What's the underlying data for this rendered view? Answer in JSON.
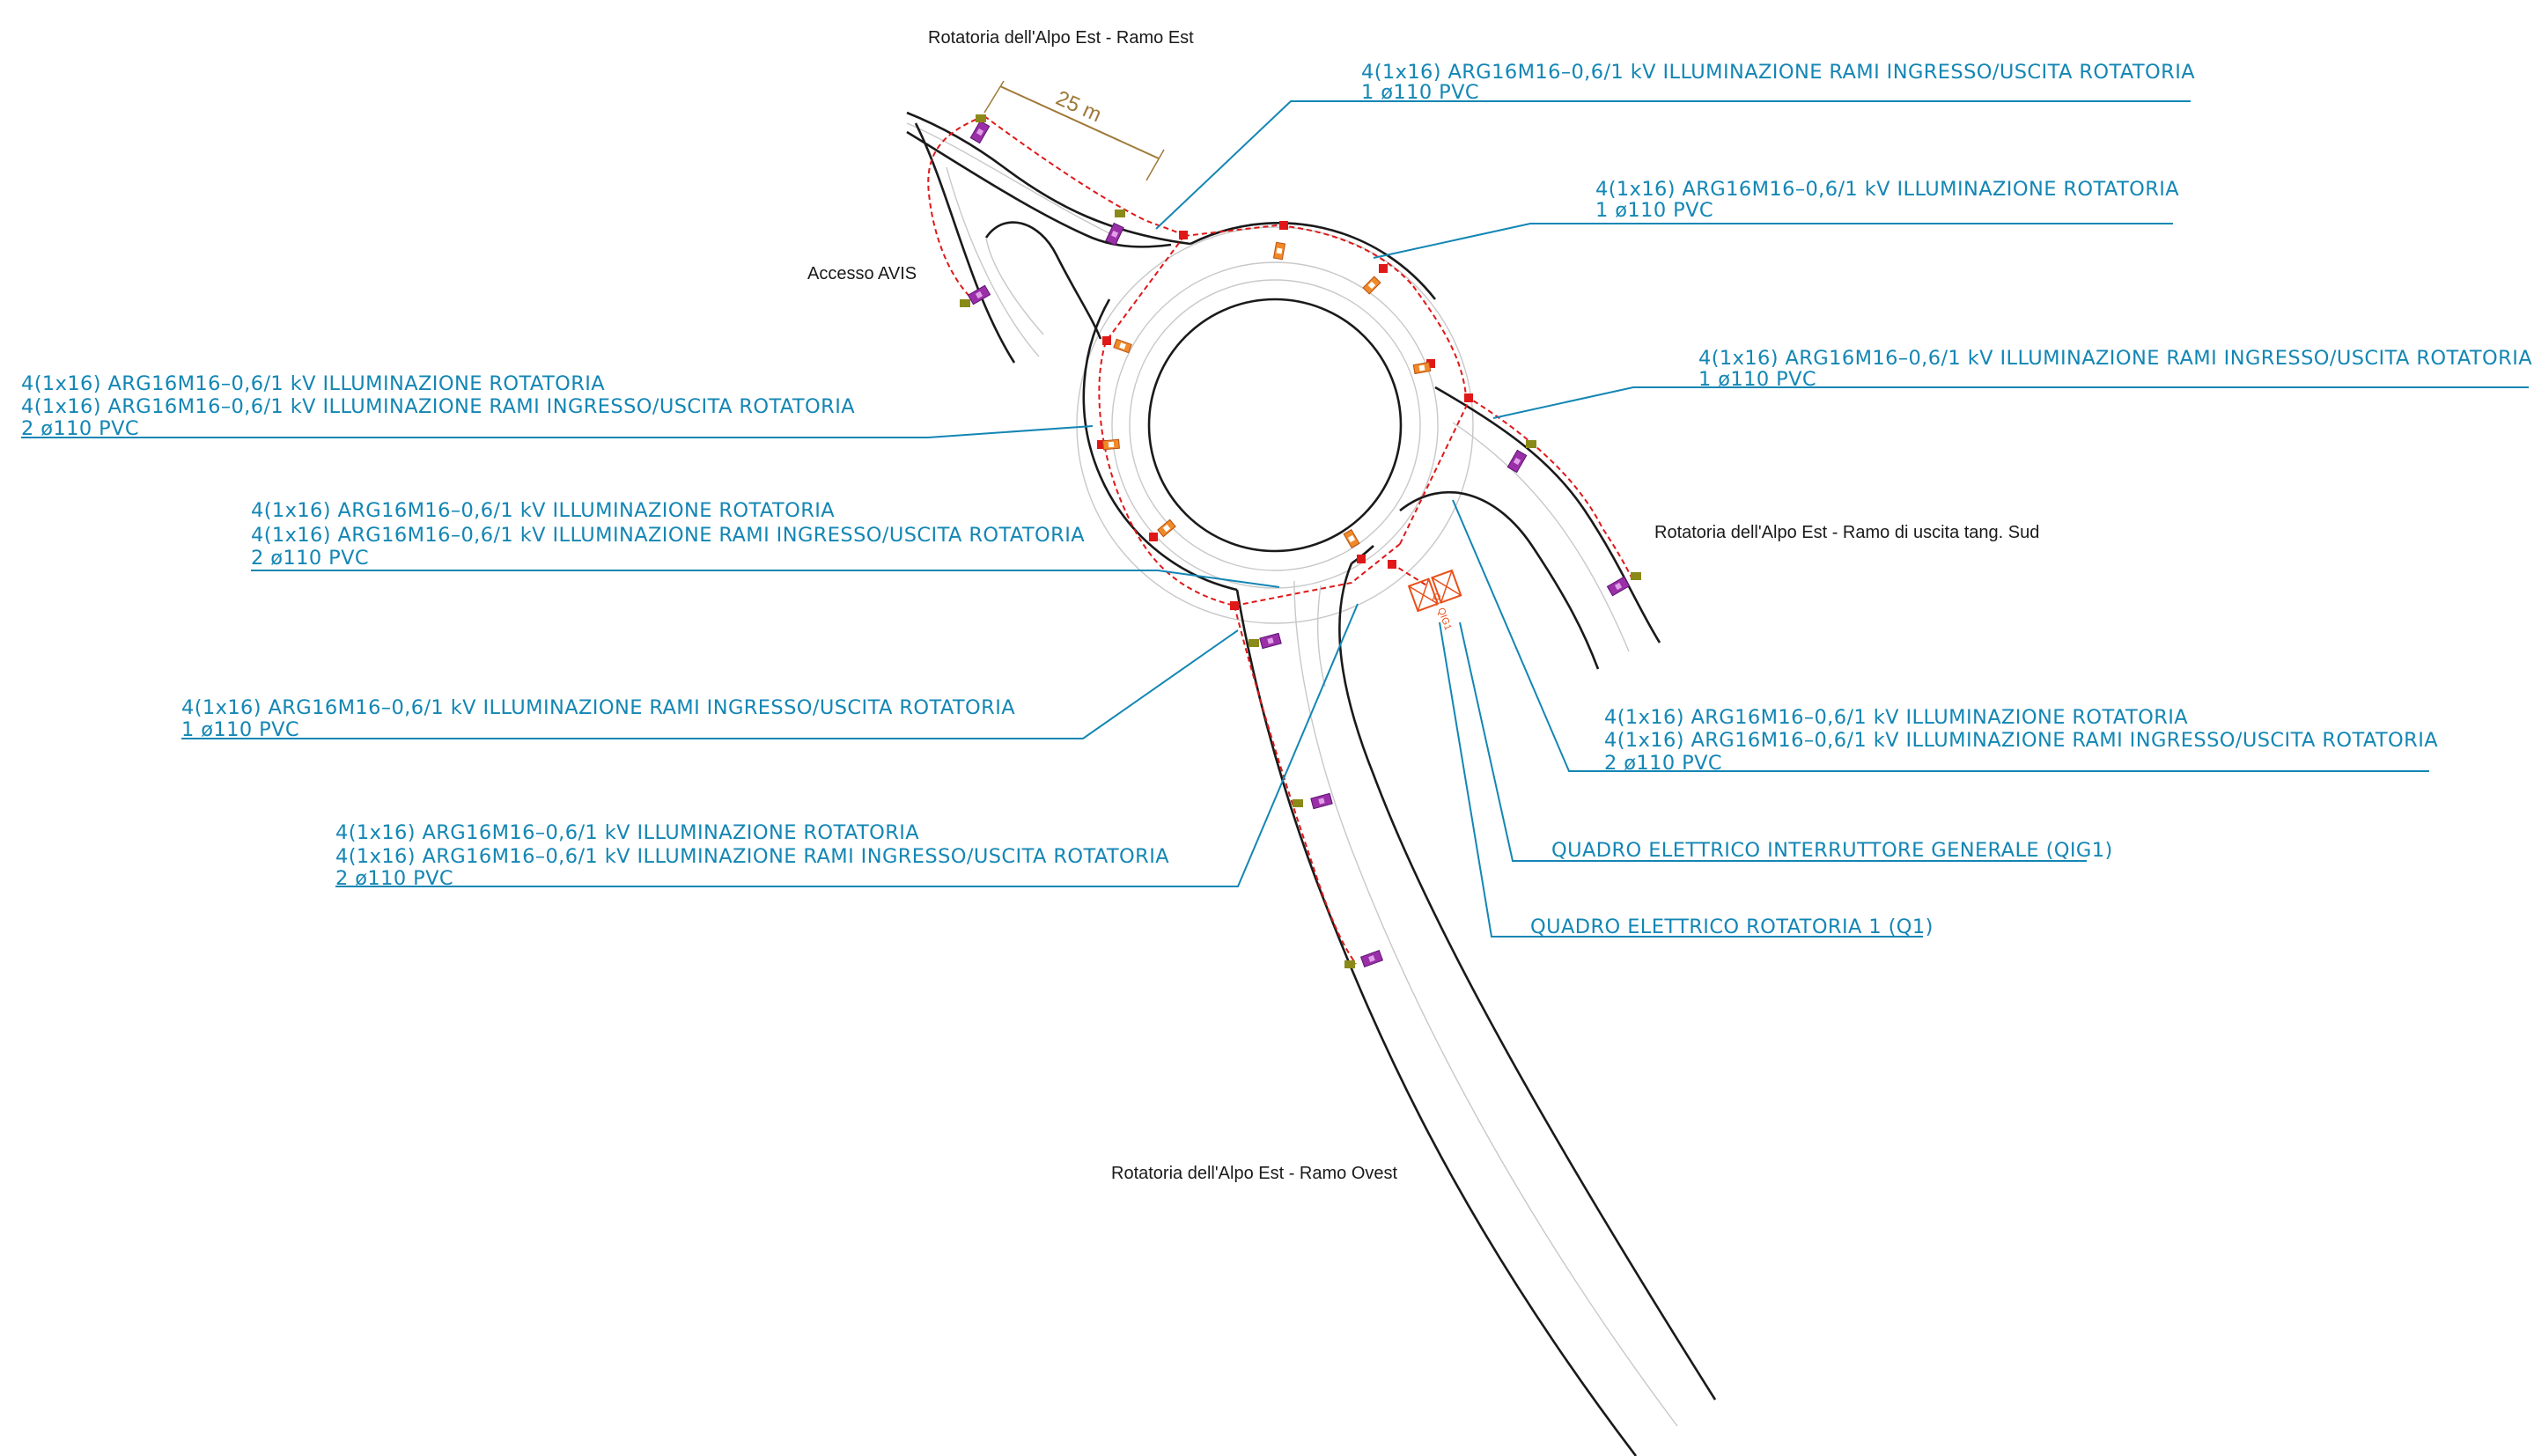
{
  "places": {
    "ramo_est": "Rotatoria dell'Alpo Est - Ramo Est",
    "accesso_avis": "Accesso AVIS",
    "ramo_sud": "Rotatoria dell'Alpo Est - Ramo di uscita tang. Sud",
    "ramo_ovest": "Rotatoria dell'Alpo Est - Ramo Ovest"
  },
  "dimension": {
    "label": "25 m"
  },
  "panel_tag": "Q1 QIG1",
  "callouts": [
    {
      "id": "c1",
      "lines": [
        "4(1x16) ARG16M16–0,6/1 kV ILLUMINAZIONE RAMI INGRESSO/USCITA ROTATORIA",
        "1 ø110 PVC"
      ]
    },
    {
      "id": "c2",
      "lines": [
        "4(1x16) ARG16M16–0,6/1 kV ILLUMINAZIONE ROTATORIA",
        "1 ø110 PVC"
      ]
    },
    {
      "id": "c3",
      "lines": [
        "4(1x16) ARG16M16–0,6/1 kV ILLUMINAZIONE RAMI INGRESSO/USCITA ROTATORIA",
        "1 ø110 PVC"
      ]
    },
    {
      "id": "c4",
      "lines": [
        "4(1x16) ARG16M16–0,6/1 kV ILLUMINAZIONE ROTATORIA",
        "4(1x16) ARG16M16–0,6/1 kV ILLUMINAZIONE RAMI INGRESSO/USCITA ROTATORIA",
        "2 ø110 PVC"
      ]
    },
    {
      "id": "c5",
      "lines": [
        "4(1x16) ARG16M16–0,6/1 kV ILLUMINAZIONE ROTATORIA",
        "4(1x16) ARG16M16–0,6/1 kV ILLUMINAZIONE RAMI INGRESSO/USCITA ROTATORIA",
        "2 ø110 PVC"
      ]
    },
    {
      "id": "c6",
      "lines": [
        "4(1x16) ARG16M16–0,6/1 kV ILLUMINAZIONE RAMI INGRESSO/USCITA ROTATORIA",
        "1 ø110 PVC"
      ]
    },
    {
      "id": "c7",
      "lines": [
        "4(1x16) ARG16M16–0,6/1 kV ILLUMINAZIONE ROTATORIA",
        "4(1x16) ARG16M16–0,6/1 kV ILLUMINAZIONE RAMI INGRESSO/USCITA ROTATORIA",
        "2 ø110 PVC"
      ]
    },
    {
      "id": "c8",
      "lines": [
        "4(1x16) ARG16M16–0,6/1 kV ILLUMINAZIONE ROTATORIA",
        "4(1x16) ARG16M16–0,6/1 kV ILLUMINAZIONE RAMI INGRESSO/USCITA ROTATORIA",
        "2 ø110 PVC"
      ]
    },
    {
      "id": "c9",
      "lines": [
        "QUADRO ELETTRICO INTERRUTTORE GENERALE (QIG1)"
      ]
    },
    {
      "id": "c10",
      "lines": [
        "QUADRO ELETTRICO ROTATORIA 1 (Q1)"
      ]
    }
  ],
  "colors": {
    "callout": "#1386b4",
    "cable": "#e01818",
    "road": "#1a1a1a",
    "roundabout_lamp": "#f08a28",
    "branch_lamp": "#9b2fa8",
    "lamp_base": "#8a8a18",
    "panel": "#e8501a"
  }
}
